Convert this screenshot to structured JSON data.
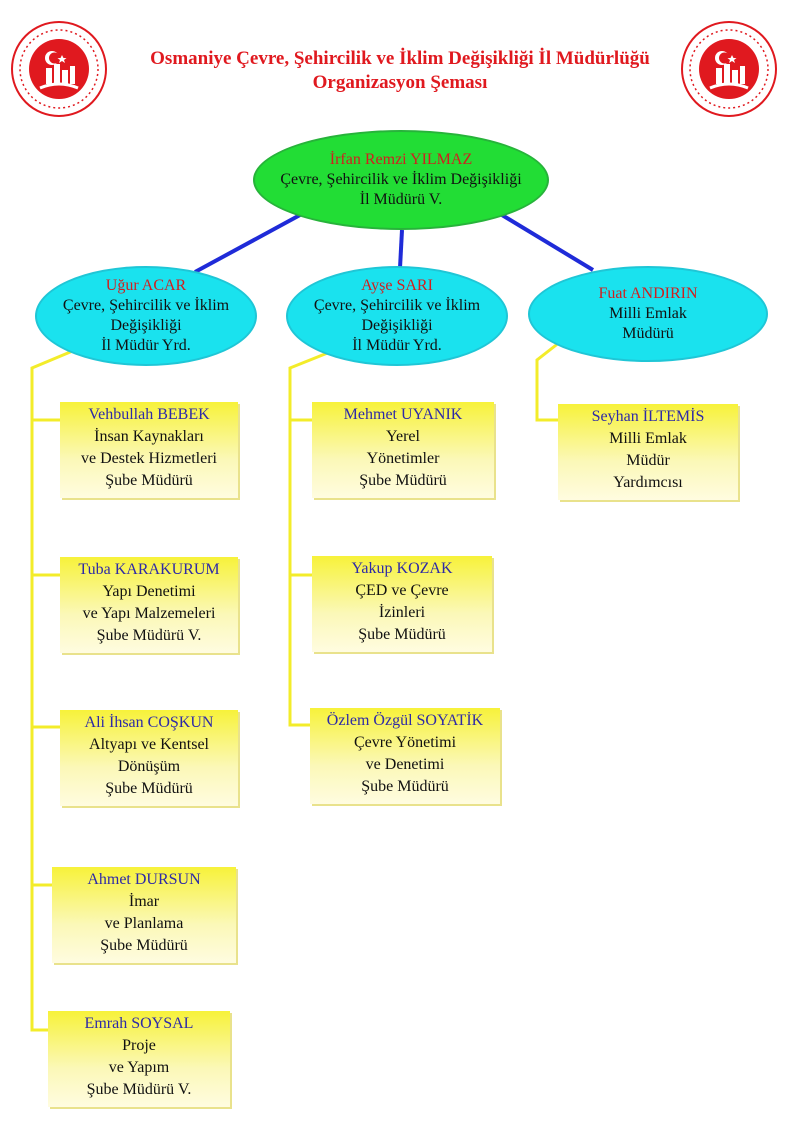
{
  "header": {
    "title_line1": "Osmaniye Çevre, Şehircilik ve İklim Değişikliği İl Müdürlüğü",
    "title_line2": "Organizasyon Şeması"
  },
  "colors": {
    "title": "#e0191f",
    "top_node": "#22dd35",
    "mid_node": "#1ae2ee",
    "connector_blue": "#1f2bd8",
    "connector_yellow": "#f3ec2a",
    "name_red": "#d11f1f",
    "name_blue": "#2e2aa7"
  },
  "director": {
    "name": "İrfan Remzi YILMAZ",
    "line1": "Çevre, Şehircilik ve İklim Değişikliği",
    "line2": "İl Müdürü V."
  },
  "deputies": [
    {
      "name": "Uğur ACAR",
      "line1": "Çevre, Şehircilik ve İklim",
      "line2": "Değişikliği",
      "line3": "İl Müdür Yrd."
    },
    {
      "name": "Ayşe SARI",
      "line1": "Çevre, Şehircilik ve İklim",
      "line2": "Değişikliği",
      "line3": "İl Müdür Yrd."
    },
    {
      "name": "Fuat ANDIRIN",
      "line1": "Milli Emlak",
      "line2": "Müdürü",
      "line3": ""
    }
  ],
  "units": [
    {
      "name": "Vehbullah BEBEK",
      "line1": "İnsan Kaynakları",
      "line2": "ve Destek Hizmetleri",
      "line3": "Şube Müdürü"
    },
    {
      "name": "Tuba KARAKURUM",
      "line1": "Yapı Denetimi",
      "line2": "ve Yapı Malzemeleri",
      "line3": "Şube Müdürü V."
    },
    {
      "name": "Ali İhsan COŞKUN",
      "line1": "Altyapı ve Kentsel",
      "line2": "Dönüşüm",
      "line3": "Şube Müdürü"
    },
    {
      "name": "Ahmet DURSUN",
      "line1": "İmar",
      "line2": "ve Planlama",
      "line3": "Şube Müdürü"
    },
    {
      "name": "Emrah SOYSAL",
      "line1": "Proje",
      "line2": "ve Yapım",
      "line3": "Şube Müdürü V."
    },
    {
      "name": "Mehmet UYANIK",
      "line1": "Yerel",
      "line2": "Yönetimler",
      "line3": "Şube Müdürü"
    },
    {
      "name": "Yakup KOZAK",
      "line1": "ÇED ve Çevre",
      "line2": "İzinleri",
      "line3": "Şube Müdürü"
    },
    {
      "name": "Özlem Özgül SOYATİK",
      "line1": "Çevre Yönetimi",
      "line2": "ve Denetimi",
      "line3": "Şube Müdürü"
    },
    {
      "name": "Seyhan İLTEMİS",
      "line1": "Milli Emlak",
      "line2": "Müdür",
      "line3": "Yardımcısı"
    }
  ]
}
